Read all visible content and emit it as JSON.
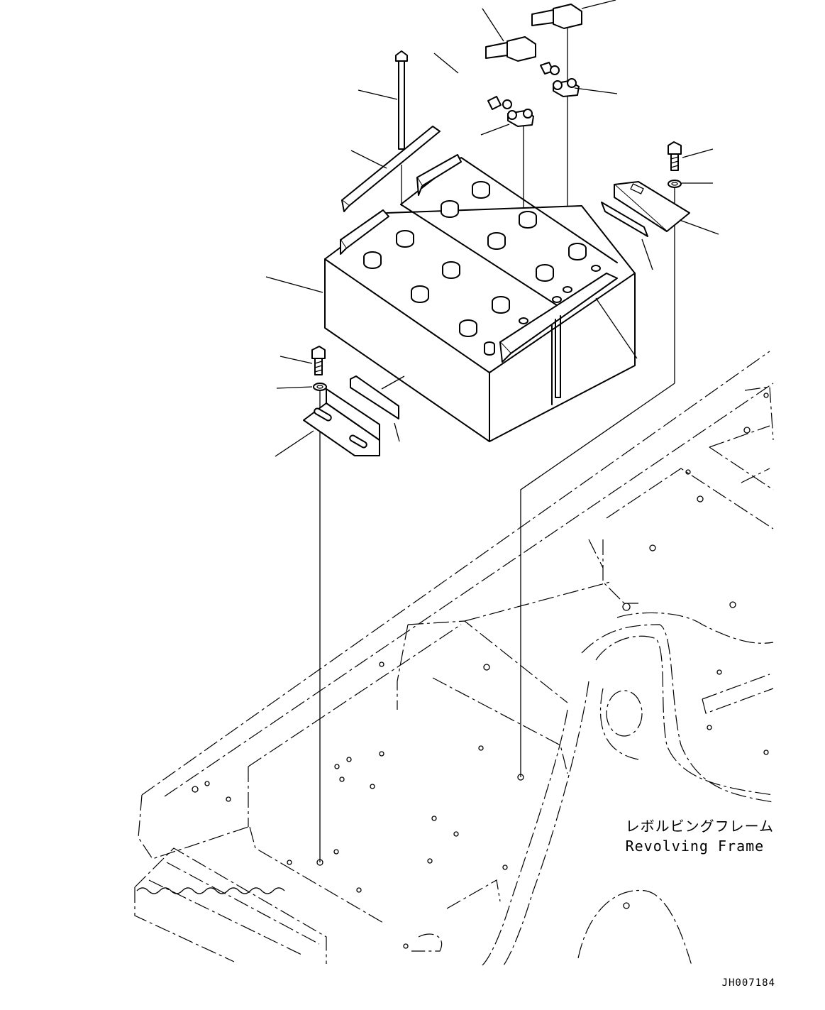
{
  "labels": {
    "frame_jp": "レボルビングフレーム",
    "frame_en": "Revolving Frame",
    "drawing_id": "JH007184"
  },
  "colors": {
    "ink": "#000000",
    "paper": "#ffffff"
  },
  "icons": [
    "battery-assembly",
    "cable-terminal",
    "bolt",
    "washer",
    "bracket"
  ]
}
